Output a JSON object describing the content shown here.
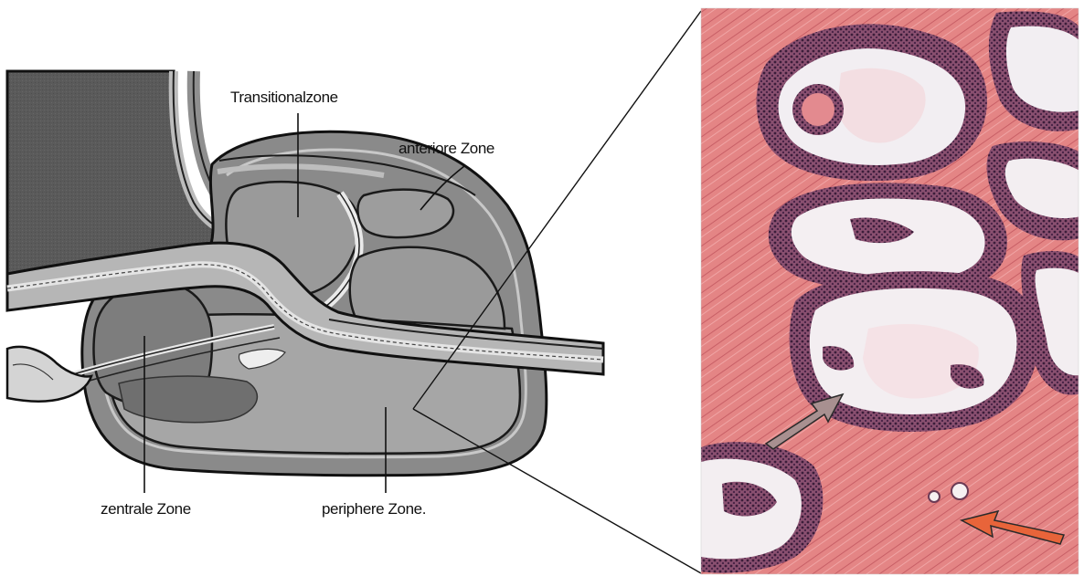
{
  "labels": {
    "transition": "Transitionalzone",
    "anterior": "anteriore Zone",
    "central": "zentrale Zone",
    "peripheral": "periphere Zone."
  },
  "colors": {
    "background": "#ffffff",
    "bladder": "#5a5a5a",
    "prostate_capsule": "#8a8a8a",
    "zone_fill": "#a3a3a3",
    "urethra": "#dcdcdc",
    "histology_stroma": "#e07a7a",
    "histology_lumen": "#f3eef0",
    "histology_epithelium": "#5a2f4f",
    "arrow_gray": "#a89090",
    "arrow_orange": "#e8643a"
  },
  "icons": {
    "gray_arrow": "arrow-icon",
    "orange_arrow": "arrow-icon"
  }
}
